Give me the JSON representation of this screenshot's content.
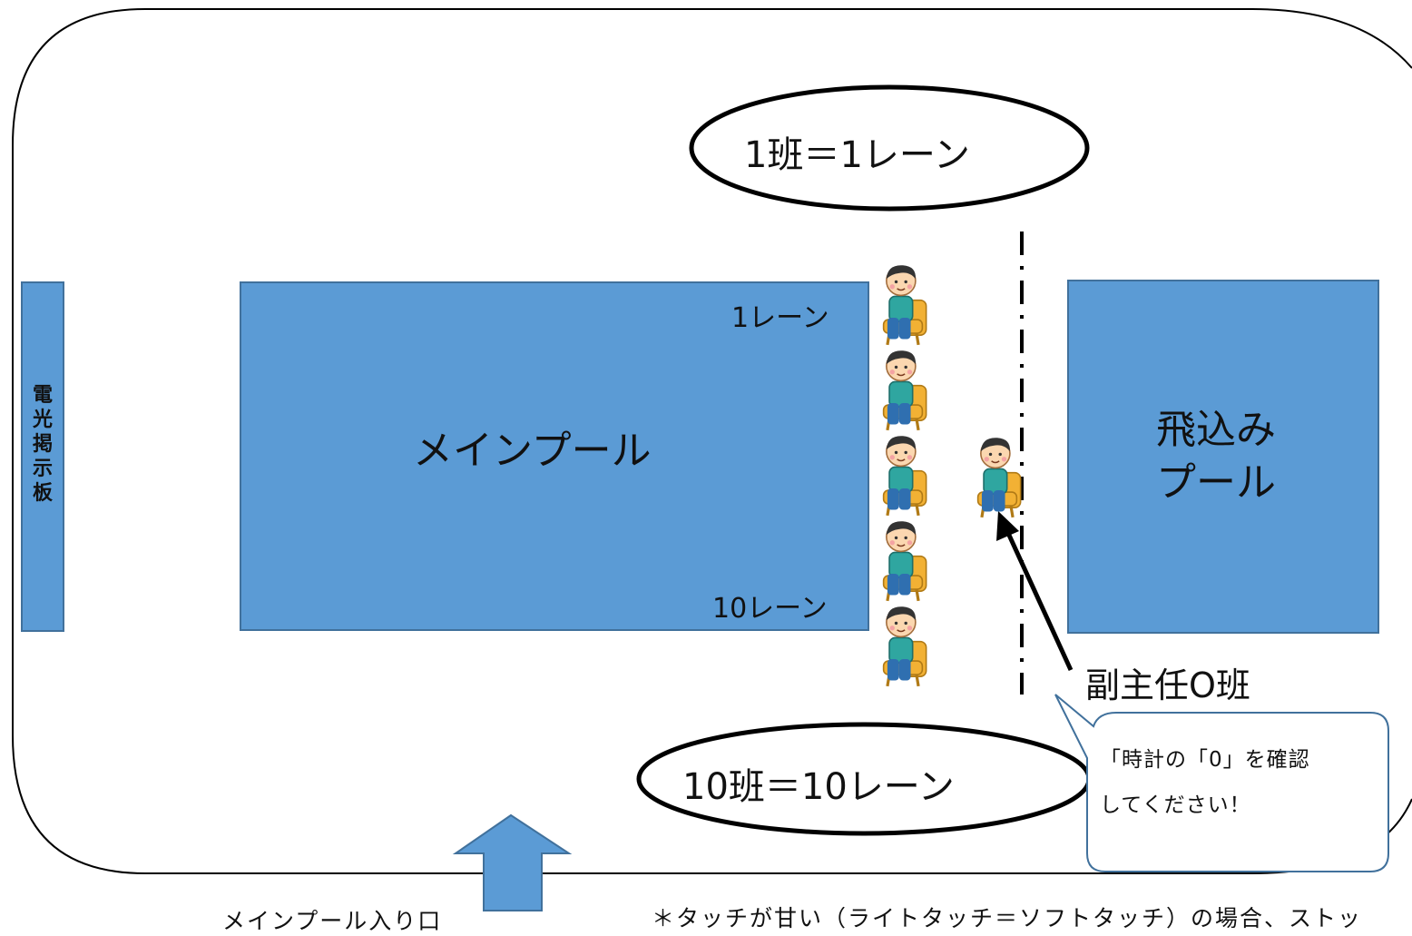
{
  "facility": {
    "scoreboard_label": [
      "電",
      "光",
      "掲",
      "示",
      "板"
    ],
    "main_pool_label": "メインプール",
    "diving_pool_label": [
      "飛込み",
      "プール"
    ],
    "lane_top_label": "1レーン",
    "lane_bottom_label": "10レーン",
    "entrance_label": "メインプール入り口"
  },
  "ovals": {
    "top": "1班＝1レーン",
    "bottom": "10班＝10レーン"
  },
  "vice_staff_label": "副主任O班",
  "callout": {
    "line1": "「時計の「0」を確認",
    "line2": "してください！"
  },
  "footnote": "＊タッチが甘い（ライトタッチ＝ソフトタッチ）の場合、ストッ",
  "colors": {
    "pool_fill": "#5b9bd5",
    "pool_border": "#41719c",
    "callout_border": "#41719c",
    "outline": "#000000"
  },
  "icons": {
    "timer_person": "seated-boy-icon",
    "entrance_arrow": "up-arrow-icon"
  }
}
